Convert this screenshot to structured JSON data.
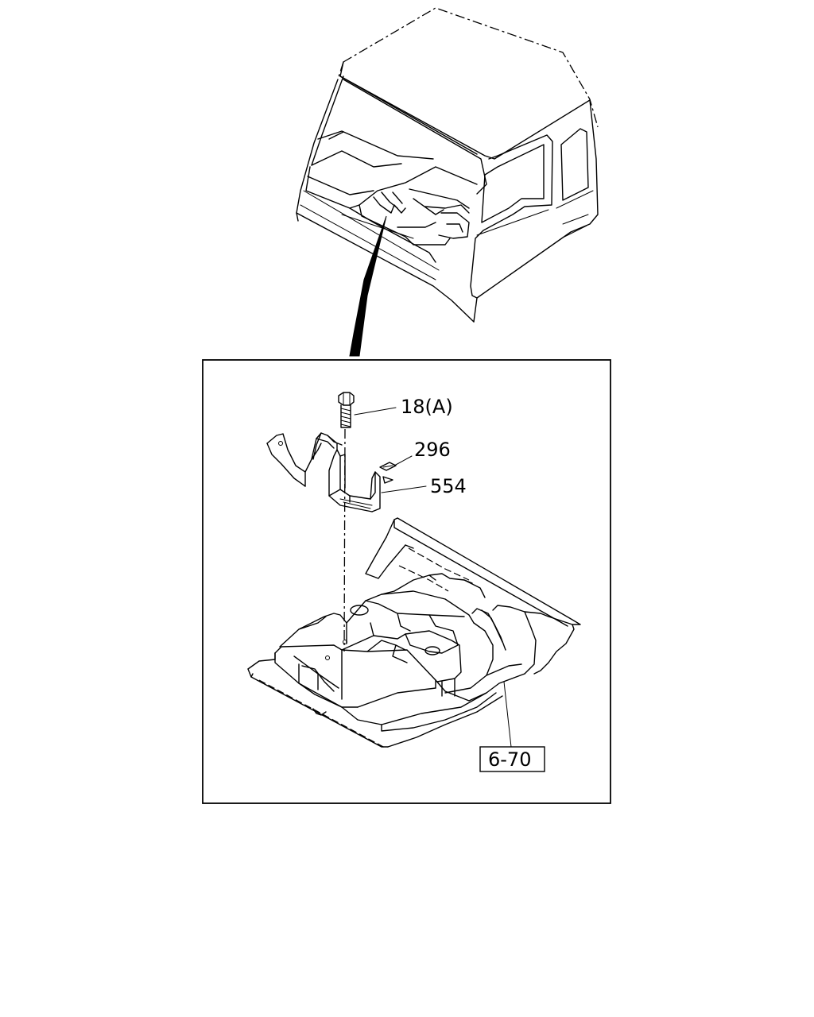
{
  "callouts": [
    {
      "id": "bolt",
      "text": "18(A)"
    },
    {
      "id": "washer",
      "text": "296"
    },
    {
      "id": "bracket",
      "text": "554"
    }
  ],
  "reference": {
    "text": "6-70"
  }
}
